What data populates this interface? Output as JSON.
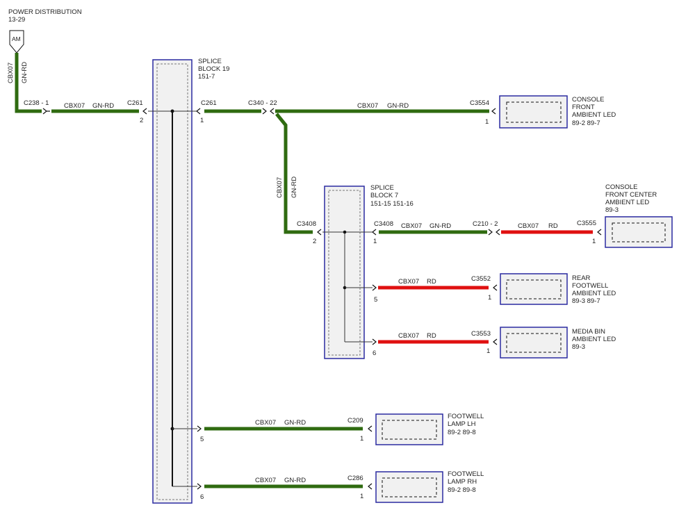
{
  "source": {
    "title": "POWER DISTRIBUTION",
    "page": "13-29",
    "fuse": "AM"
  },
  "wire_vertical": {
    "circuit": "CBX07",
    "color": "GN-RD"
  },
  "row1": {
    "conn_c238": "C238 - 1",
    "circuit_a": "CBX07",
    "color_a": "GN-RD",
    "conn_c261_left": "C261",
    "pin_left": "2",
    "conn_c261_right": "C261",
    "pin_right": "1",
    "conn_c340": "C340 - 22",
    "circuit_b": "CBX07",
    "color_b": "GN-RD",
    "conn_c3554": "C3554",
    "pin_c3554": "1"
  },
  "splice19": {
    "name": "SPLICE",
    "name2": "BLOCK 19",
    "page": "151-7"
  },
  "console_front": {
    "line1": "CONSOLE",
    "line2": "FRONT",
    "line3": "AMBIENT LED",
    "pages": "89-2   89-7"
  },
  "branch_vertical": {
    "circuit": "CBX07",
    "color": "GN-RD"
  },
  "splice7": {
    "name": "SPLICE",
    "name2": "BLOCK 7",
    "pages": "151-15  151-16"
  },
  "row2": {
    "conn_c3408_left": "C3408",
    "pin_left": "2",
    "conn_c3408_right": "C3408",
    "pin_right": "1",
    "circuit_a": "CBX07",
    "color_a": "GN-RD",
    "conn_c210": "C210 - 2",
    "circuit_b": "CBX07",
    "color_b": "RD",
    "conn_c3555": "C3555",
    "pin_c3555": "1"
  },
  "console_center": {
    "line1": "CONSOLE",
    "line2": "FRONT CENTER",
    "line3": "AMBIENT LED",
    "page": "89-3"
  },
  "row3": {
    "pin_left": "5",
    "circuit": "CBX07",
    "color": "RD",
    "conn": "C3552",
    "pin_right": "1"
  },
  "rear_footwell": {
    "line1": "REAR",
    "line2": "FOOTWELL",
    "line3": "AMBIENT LED",
    "pages": "89-3   89-7"
  },
  "row4": {
    "pin_left": "6",
    "circuit": "CBX07",
    "color": "RD",
    "conn": "C3553",
    "pin_right": "1"
  },
  "media_bin": {
    "line1": "MEDIA BIN",
    "line2": "AMBIENT LED",
    "page": "89-3"
  },
  "row5": {
    "pin_left": "5",
    "circuit": "CBX07",
    "color": "GN-RD",
    "conn": "C209",
    "pin_right": "1"
  },
  "footwell_lh": {
    "line1": "FOOTWELL",
    "line2": "LAMP LH",
    "pages": "89-2   89-8"
  },
  "row6": {
    "pin_left": "6",
    "circuit": "CBX07",
    "color": "GN-RD",
    "conn": "C286",
    "pin_right": "1"
  },
  "footwell_rh": {
    "line1": "FOOTWELL",
    "line2": "LAMP RH",
    "pages": "89-2   89-8"
  },
  "colors": {
    "green_wire": "#2f6b10",
    "red_wire": "#e01010",
    "block_border": "#2a2aa0",
    "block_fill": "#f1f1f1"
  }
}
